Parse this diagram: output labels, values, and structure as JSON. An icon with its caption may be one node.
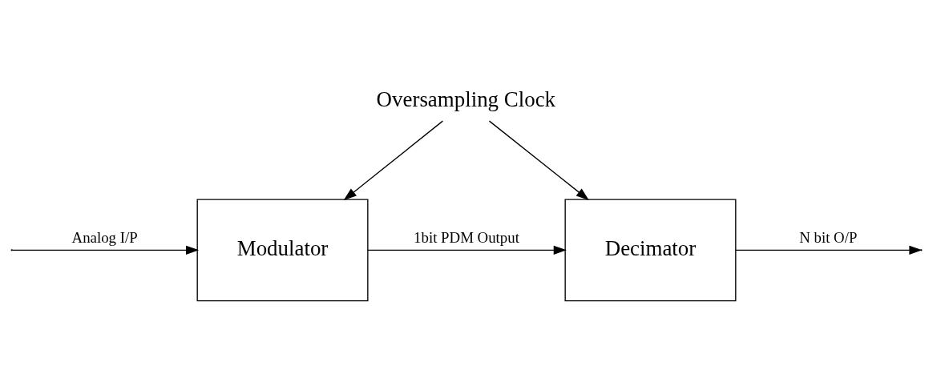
{
  "diagram": {
    "nodes": [
      {
        "text": [
          "Oversampling Clock"
        ]
      },
      {
        "text": [
          "Modulator"
        ]
      },
      {
        "text": [
          "Decimator"
        ]
      }
    ],
    "edges": [
      {
        "from": 0,
        "to": 1,
        "arrow": "to"
      },
      {
        "from": 0,
        "to": 2,
        "arrow": "to"
      },
      {
        "from": null,
        "to": 1,
        "arrow": "to",
        "label": "Analog I/P"
      },
      {
        "from": 1,
        "to": 2,
        "arrow": "to",
        "label": "1bit PDM Output"
      },
      {
        "from": 2,
        "to": null,
        "arrow": "to",
        "label": "N bit O/P"
      }
    ]
  }
}
